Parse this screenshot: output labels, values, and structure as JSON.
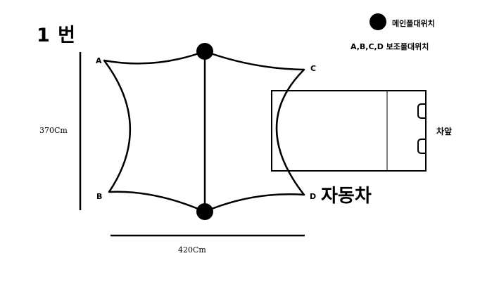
{
  "title": "1 번",
  "legend": {
    "main_pole": "메인폴대위치",
    "aux_pole": "A,B,C,D  보조폴대위치"
  },
  "corners": {
    "a": "A",
    "b": "B",
    "c": "C",
    "d": "D"
  },
  "dimensions": {
    "height": "370Cm",
    "width": "420Cm"
  },
  "car": {
    "label": "자동차",
    "front": "차앞"
  },
  "colors": {
    "line": "#000000",
    "background": "#ffffff"
  }
}
